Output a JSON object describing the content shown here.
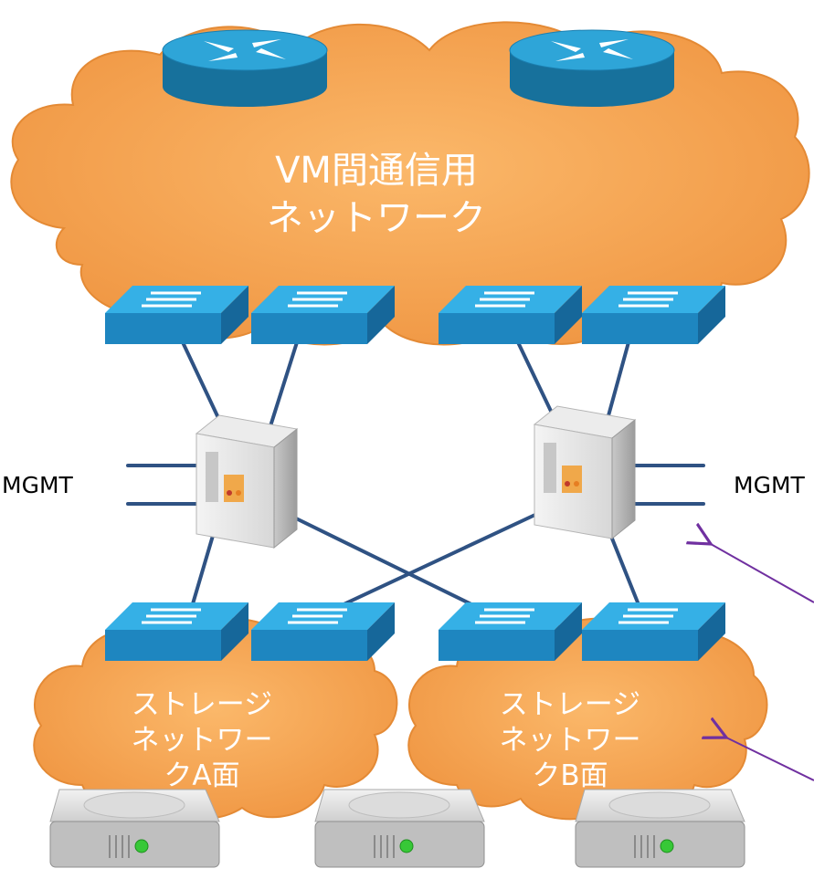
{
  "core_network": {
    "line1": "VM間通信用",
    "line2": "ネットワーク"
  },
  "mgmt_left": "MGMT",
  "mgmt_right": "MGMT",
  "storage_a": {
    "line1": "ストレージ",
    "line2": "ネットワー",
    "line3": "クA面"
  },
  "storage_b": {
    "line1": "ストレージ",
    "line2": "ネットワー",
    "line3": "クB面"
  },
  "colors": {
    "cloud_fill": "#f7a04b",
    "cloud_stroke": "#d98a3a",
    "link": "#2f4f7f",
    "switch_top": "#2aa8e0",
    "switch_side": "#1a78b0",
    "router_top": "#2a9fd0",
    "router_side": "#17719c",
    "annotation_arrow": "#7030a0"
  }
}
